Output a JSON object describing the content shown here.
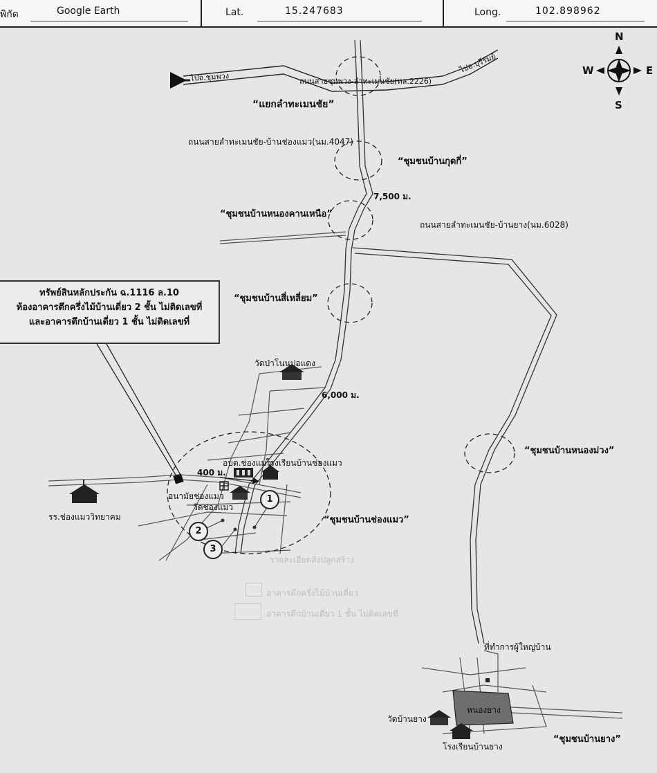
{
  "header": {
    "coord_label": "พิกัด",
    "coord_source": "Google Earth",
    "lat_label": "Lat.",
    "lat_value": "15.247683",
    "long_label": "Long.",
    "long_value": "102.898962"
  },
  "compass": {
    "n": "N",
    "s": "S",
    "e": "E",
    "w": "W"
  },
  "roads": {
    "main_road": "ถนนสายชุมพวง-ลำทะเมนชัย(ทล.2226)",
    "to_chumphuang": "ไปอ.ชุมพวง",
    "to_buriram": "ไปอ.บุรีรัมย์",
    "road_4047": "ถนนสายลำทะเมนชัย-บ้านช่องแมว(นม.4047)",
    "road_6028": "ถนนสายลำทะเมนชัย-บ้านยาง(นม.6028)"
  },
  "communities": {
    "junction": "“แยกลำทะเมนชัย”",
    "kutkhi": "“ชุมชนบ้านกุดกี่”",
    "nongkhan": "“ชุมชนบ้านหนองคานเหนือ”",
    "silieam": "“ชุมชนบ้านสี่เหลี่ยม”",
    "chongmaew": "“ชุมชนบ้านช่องแมว”",
    "nongmuang": "“ชุมชนบ้านหนองม่วง”",
    "banyang": "“ชุมชนบ้านยาง”"
  },
  "distances": {
    "d1": "7,500 ม.",
    "d2": "6,000 ม.",
    "d3": "400 ม."
  },
  "places": {
    "wat_nonpodaeng": "วัดป่าโนนปอแดง",
    "obt": "อบต.ช่องแมว",
    "school_chongmaew": "โรงเรียนบ้านช่องแมว",
    "health": "อนามัยช่องแมว",
    "wat_chongmaew": "วัดช่องแมว",
    "school_wittayakhom": "รร.ช่องแมววิทยาคม",
    "headman_office": "ที่ทำการผู้ใหญ่บ้าน",
    "nongyang": "หนองยาง",
    "wat_banyang": "วัดบ้านยาง",
    "school_banyang": "โรงเรียนบ้านยาง"
  },
  "callout": {
    "line1": "ทรัพย์สินหลักประกัน ฉ.1116 ล.10",
    "line2": "ห้องอาคารตึกครึ่งไม้บ้านเดี่ยว 2 ชั้น ไม่ติดเลขที่",
    "line3": "และอาคารตึกบ้านเดี่ยว 1 ชั้น ไม่ติดเลขที่"
  },
  "markers": [
    "1",
    "2",
    "3"
  ],
  "legend_faded": {
    "title": "รายละเอียดสิ่งปลูกสร้าง",
    "item1": "อาคารตึกครึ่งไม้บ้านเดี่ยว",
    "item2": "อาคารตึกบ้านเดี่ยว 1 ชั้น ไม่ติดเลขที่"
  }
}
